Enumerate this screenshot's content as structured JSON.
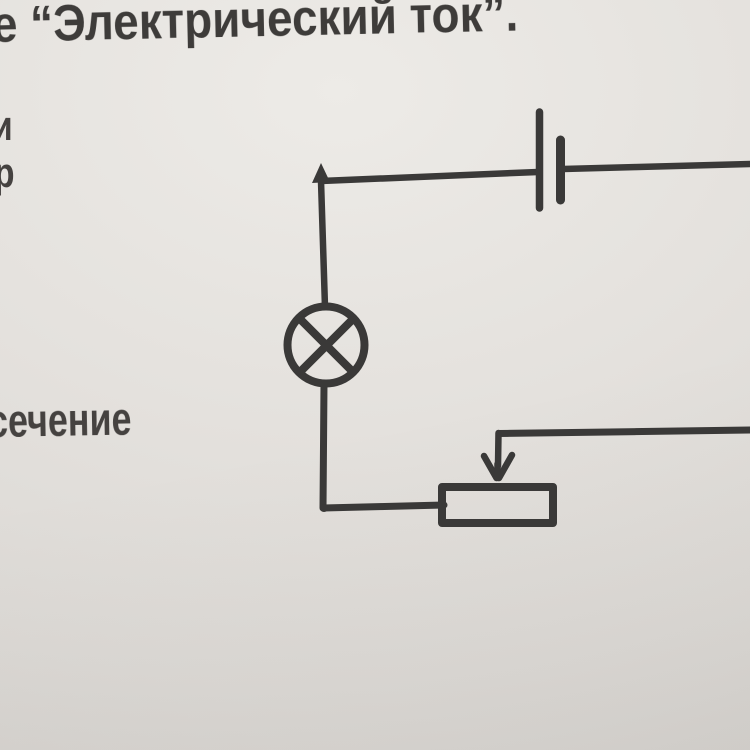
{
  "header": {
    "title": "е “Электрический ток”."
  },
  "left_margin_fragments": [
    {
      "text": "и"
    },
    {
      "text": "р"
    },
    {
      "text": "сечение"
    }
  ],
  "diagram": {
    "type": "electric-circuit-schematic",
    "components": [
      {
        "name": "battery-cell",
        "symbol": "long plate and short plate in series break of top wire"
      },
      {
        "name": "lamp",
        "symbol": "circle with diagonal cross, in left branch"
      },
      {
        "name": "rheostat",
        "symbol": "rectangle with downward arrow slider, in bottom branch"
      },
      {
        "name": "connecting-wires",
        "symbol": "dark straight lines running off the right edge"
      }
    ]
  },
  "colors": {
    "paper_highlight": "#edebe7",
    "paper_mid": "#e2dfdb",
    "paper_shadow": "#d7d4d0",
    "ink": "#3a3938",
    "text": "#454240"
  }
}
